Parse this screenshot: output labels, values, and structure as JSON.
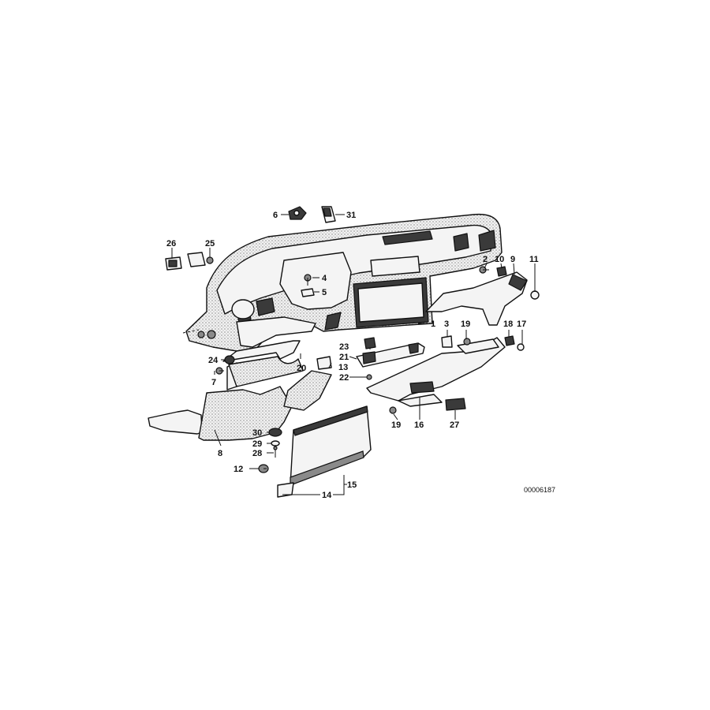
{
  "diagram": {
    "reference_number": "00006187",
    "callouts": {
      "c1": "1",
      "c2": "2",
      "c3": "3",
      "c4": "4",
      "c5": "5",
      "c6": "6",
      "c7": "7",
      "c8": "8",
      "c9": "9",
      "c10": "10",
      "c11": "11",
      "c12": "12",
      "c13": "13",
      "c14": "14",
      "c15": "15",
      "c16": "16",
      "c17": "17",
      "c18": "18",
      "c19a": "19",
      "c19b": "19",
      "c20": "20",
      "c21": "21",
      "c22": "22",
      "c23": "23",
      "c24": "24",
      "c25": "25",
      "c26": "26",
      "c27": "27",
      "c28": "28",
      "c29": "29",
      "c30": "30",
      "c31": "31"
    }
  }
}
